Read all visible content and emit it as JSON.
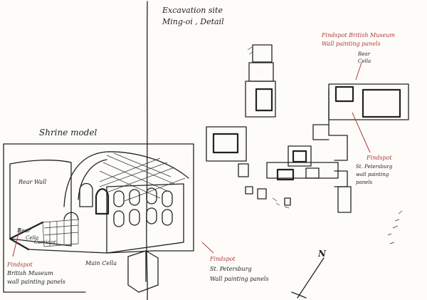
{
  "excavation": {
    "title_line1": "Excavation site",
    "title_line2": "Ming-oi , Detail"
  },
  "shrine": {
    "title": "Shrine model",
    "rear_wall": "Rear Wall",
    "rear_cella_1": "Rear",
    "rear_cella_2": "Cella",
    "corridor": "Corridor",
    "main_cella": "Main Cella"
  },
  "findspots": {
    "bm_map_1": "Findspot  British Museum",
    "bm_map_2": "Wall painting panels",
    "rear_cella_1": "Rear",
    "rear_cella_2": "Cella",
    "sp_map_1": "Findspot",
    "sp_map_2": "St. Petersburg",
    "sp_map_3": "wall painting",
    "sp_map_4": "panels",
    "sp_bottom_1": "Findspot",
    "sp_bottom_2": "St. Petersburg",
    "sp_bottom_3": "Wall painting panels",
    "bm_bottom_1": "Findspot",
    "bm_bottom_2": "British Museum",
    "bm_bottom_3": "wall painting panels"
  },
  "north_label": "N",
  "colors": {
    "ink": "#222222",
    "findspot_red": "#b03a3a",
    "paper": "#fdfcf8"
  }
}
